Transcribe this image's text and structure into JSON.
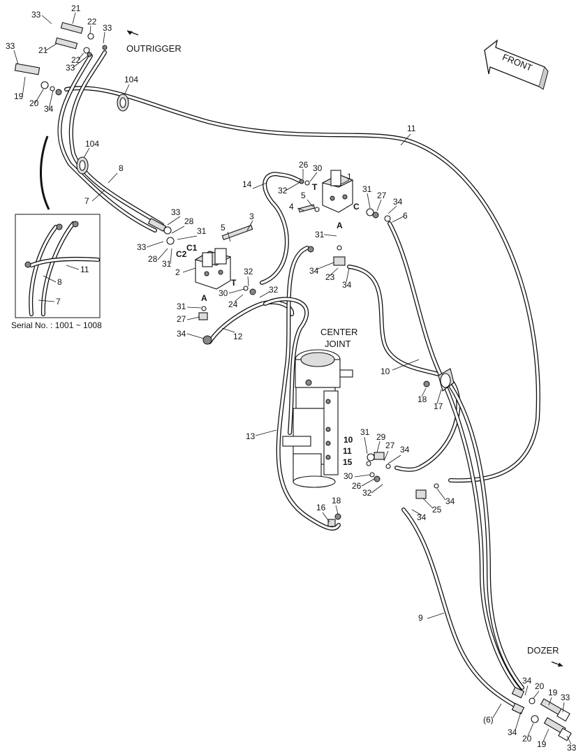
{
  "direction_labels": {
    "outrigger": "OUTRIGGER",
    "dozer": "DOZER",
    "front": "FRONT"
  },
  "center_joint": {
    "line1": "CENTER",
    "line2": "JOINT"
  },
  "inset": {
    "serial_text": "Serial No. : 1001 ~ 1008",
    "labels": [
      "11",
      "8",
      "7"
    ]
  },
  "port_labels": {
    "c1": "C1",
    "c2": "C2",
    "t_left": "T",
    "a_left": "A",
    "t_right": "T",
    "c_right": "C",
    "a_right": "A",
    "joint_10": "10",
    "joint_11": "11",
    "joint_15": "15"
  },
  "callouts": [
    "33",
    "21",
    "22",
    "33",
    "21",
    "22",
    "33",
    "33",
    "19",
    "20",
    "34",
    "104",
    "104",
    "11",
    "8",
    "7",
    "14",
    "26",
    "30",
    "1",
    "32",
    "5",
    "4",
    "31",
    "27",
    "34",
    "6",
    "31",
    "34",
    "23",
    "34",
    "3",
    "5",
    "33",
    "28",
    "31",
    "33",
    "28",
    "31",
    "2",
    "32",
    "30",
    "32",
    "24",
    "31",
    "27",
    "34",
    "12",
    "10",
    "18",
    "17",
    "13",
    "31",
    "29",
    "27",
    "34",
    "30",
    "26",
    "32",
    "25",
    "34",
    "34",
    "16",
    "18",
    "9",
    "34",
    "20",
    "19",
    "33",
    "(6)",
    "34",
    "20",
    "19",
    "33"
  ],
  "colors": {
    "line": "#111111",
    "background": "#ffffff",
    "part_fill": "#dddddd"
  }
}
